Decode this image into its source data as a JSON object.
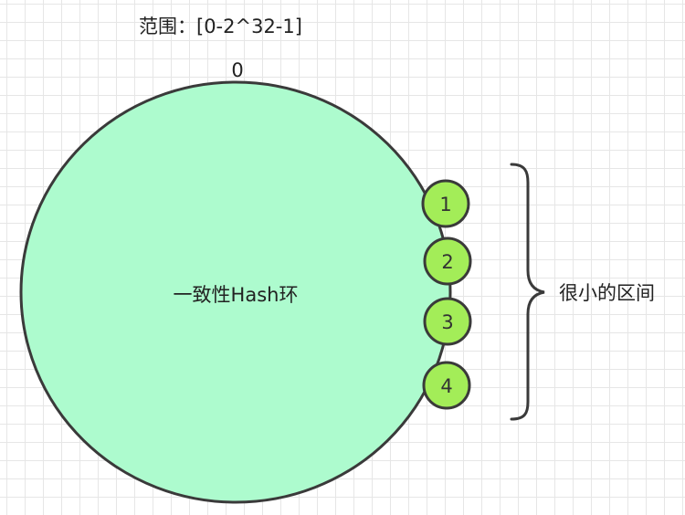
{
  "range_label": "范围：[0-2^32-1]",
  "zero_label": "0",
  "ring_label": "一致性Hash环",
  "nodes": [
    {
      "label": "1"
    },
    {
      "label": "2"
    },
    {
      "label": "3"
    },
    {
      "label": "4"
    }
  ],
  "interval_label": "很小的区间",
  "colors": {
    "ring_fill": "#adfbce",
    "node_fill": "#a3ed58",
    "stroke": "#3a3a3a"
  }
}
